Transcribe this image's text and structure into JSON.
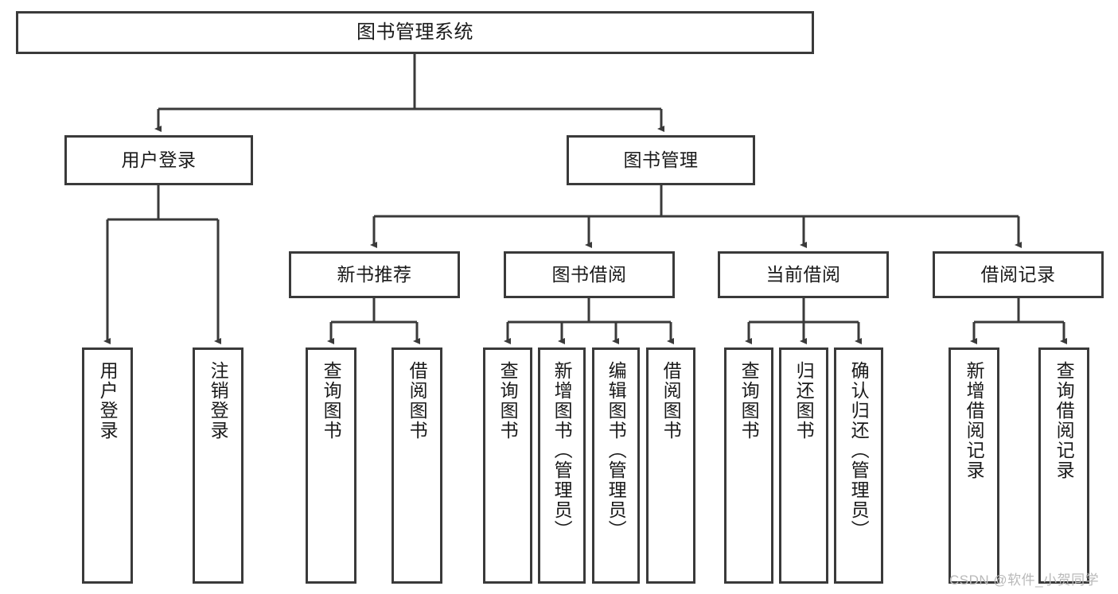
{
  "diagram": {
    "title_node": {
      "label": "图书管理系统"
    },
    "level1": [
      {
        "id": "user-login",
        "label": "用户登录"
      },
      {
        "id": "book-management",
        "label": "图书管理"
      }
    ],
    "level2": [
      {
        "id": "new-book-recommend",
        "label": "新书推荐"
      },
      {
        "id": "book-borrow",
        "label": "图书借阅"
      },
      {
        "id": "current-borrow",
        "label": "当前借阅"
      },
      {
        "id": "borrow-record",
        "label": "借阅记录"
      }
    ],
    "leaves": {
      "user_login": [
        {
          "id": "leaf-user-login",
          "label": "用户登录"
        },
        {
          "id": "leaf-logout-login",
          "label": "注销登录"
        }
      ],
      "new_book_recommend": [
        {
          "id": "leaf-query-book-1",
          "label": "查询图书"
        },
        {
          "id": "leaf-borrow-book-1",
          "label": "借阅图书"
        }
      ],
      "book_borrow": [
        {
          "id": "leaf-query-book-2",
          "label": "查询图书"
        },
        {
          "id": "leaf-add-book",
          "label": "新增图书（管理员）"
        },
        {
          "id": "leaf-edit-book",
          "label": "编辑图书（管理员）"
        },
        {
          "id": "leaf-borrow-book-2",
          "label": "借阅图书"
        }
      ],
      "current_borrow": [
        {
          "id": "leaf-query-book-3",
          "label": "查询图书"
        },
        {
          "id": "leaf-return-book",
          "label": "归还图书"
        },
        {
          "id": "leaf-confirm-return",
          "label": "确认归还（管理员）"
        }
      ],
      "borrow_record": [
        {
          "id": "leaf-add-record",
          "label": "新增借阅记录"
        },
        {
          "id": "leaf-query-record",
          "label": "查询借阅记录"
        }
      ]
    }
  },
  "watermark": {
    "text": "CSDN @软件_小贺同学"
  },
  "colors": {
    "stroke": "#3a3a3a",
    "fill": "#ffffff",
    "text": "#1a1a1a",
    "watermark": "#b9b9b9"
  }
}
